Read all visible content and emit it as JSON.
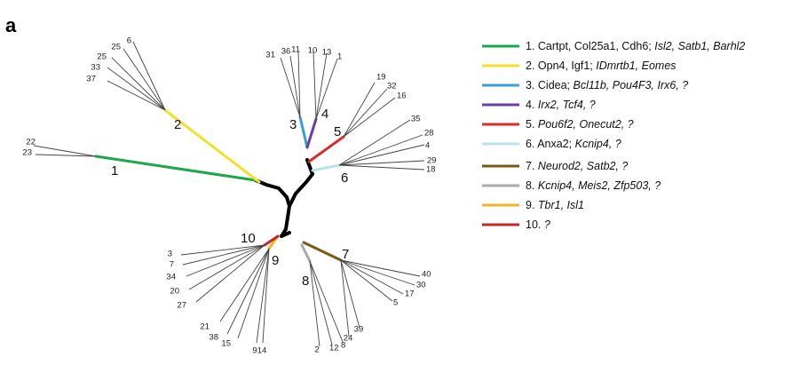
{
  "panel_letter": "a",
  "clades": [
    {
      "id": "1",
      "color": "#1aa84a",
      "leaves": [
        "22",
        "23"
      ]
    },
    {
      "id": "2",
      "color": "#f2e12a",
      "leaves": [
        "6",
        "25",
        "25",
        "33",
        "37"
      ]
    },
    {
      "id": "3",
      "color": "#3a9fd6",
      "leaves": [
        "31",
        "36",
        "11"
      ]
    },
    {
      "id": "4",
      "color": "#6b3fa0",
      "leaves": [
        "10",
        "13",
        "1"
      ]
    },
    {
      "id": "5",
      "color": "#d92b2b",
      "leaves": [
        "19",
        "32",
        "16"
      ]
    },
    {
      "id": "6",
      "color": "#b9e3ea",
      "leaves": [
        "35",
        "28",
        "4",
        "29",
        "18"
      ]
    },
    {
      "id": "7",
      "color": "#7a5a16",
      "leaves": [
        "40",
        "30",
        "17",
        "5",
        "39",
        "24"
      ]
    },
    {
      "id": "8",
      "color": "#a8a8a8",
      "leaves": [
        "8",
        "12",
        "2"
      ]
    },
    {
      "id": "9",
      "color": "#f2b42a",
      "leaves": [
        "14",
        "9",
        "15",
        "38",
        "21"
      ]
    },
    {
      "id": "10",
      "color": "#c62828",
      "leaves": [
        "3",
        "7",
        "34",
        "20",
        "27"
      ]
    }
  ],
  "legend": [
    {
      "color": "#1aa84a",
      "parts": [
        {
          "t": "1. Cartpt, Col25a1, Cdh6; ",
          "i": false
        },
        {
          "t": "Isl2, Satb1, Barhl2",
          "i": true
        }
      ]
    },
    {
      "color": "#f2e12a",
      "parts": [
        {
          "t": "2. Opn4, Igf1; ",
          "i": false
        },
        {
          "t": "IDmrtb1, Eomes",
          "i": true
        }
      ]
    },
    {
      "color": "#3a9fd6",
      "parts": [
        {
          "t": "3. Cidea; ",
          "i": false
        },
        {
          "t": "Bcl11b, Pou4F3, Irx6, ?",
          "i": true
        }
      ]
    },
    {
      "color": "#6b3fa0",
      "parts": [
        {
          "t": "4. ",
          "i": false
        },
        {
          "t": "Irx2, Tcf4, ?",
          "i": true
        }
      ]
    },
    {
      "color": "#d92b2b",
      "parts": [
        {
          "t": "5. ",
          "i": false
        },
        {
          "t": "Pou6f2, Onecut2, ?",
          "i": true
        }
      ]
    },
    {
      "color": "#b9e3ea",
      "parts": [
        {
          "t": "6. Anxa2; ",
          "i": false
        },
        {
          "t": "Kcnip4, ?",
          "i": true
        }
      ]
    },
    {
      "color": "#7a5a16",
      "parts": [
        {
          "t": "7. ",
          "i": false
        },
        {
          "t": "Neurod2, Satb2, ?",
          "i": true
        }
      ]
    },
    {
      "color": "#a8a8a8",
      "parts": [
        {
          "t": "8. ",
          "i": false
        },
        {
          "t": "Kcnip4, Meis2, Zfp503, ?",
          "i": true
        }
      ]
    },
    {
      "color": "#f2b42a",
      "parts": [
        {
          "t": "9. ",
          "i": false
        },
        {
          "t": "Tbr1, Isl1",
          "i": true
        }
      ]
    },
    {
      "color": "#c62828",
      "parts": [
        {
          "t": "10. ",
          "i": false
        },
        {
          "t": "?",
          "i": true
        }
      ]
    }
  ]
}
